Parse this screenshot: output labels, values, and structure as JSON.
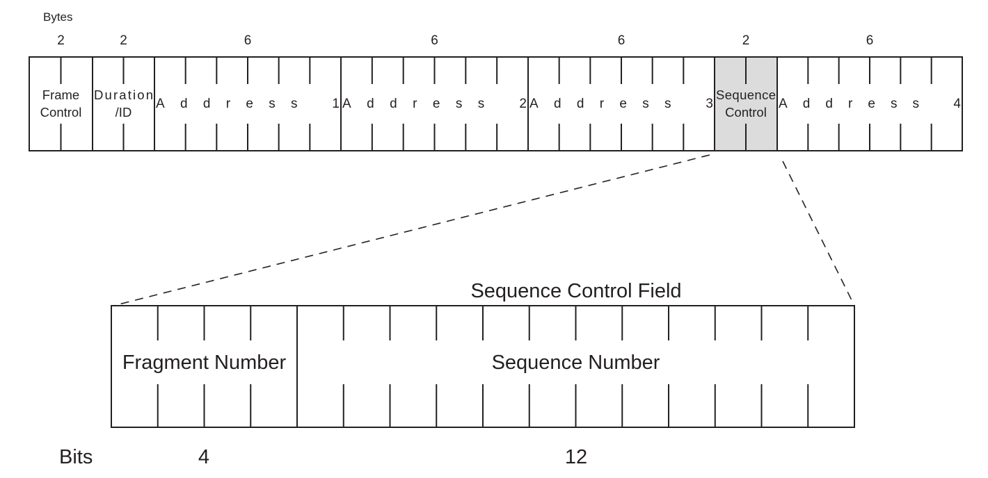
{
  "top": {
    "units_label": "Bytes",
    "fields": [
      {
        "label_lines": [
          "Frame",
          "Control"
        ],
        "size": "2",
        "ticks": 1,
        "highlight": false
      },
      {
        "label_lines": [
          "Duration",
          "/ID"
        ],
        "size": "2",
        "ticks": 1,
        "highlight": false
      },
      {
        "label_lines": [
          "Address 1"
        ],
        "size": "6",
        "ticks": 5,
        "highlight": false
      },
      {
        "label_lines": [
          "Address 2"
        ],
        "size": "6",
        "ticks": 5,
        "highlight": false
      },
      {
        "label_lines": [
          "Address 3"
        ],
        "size": "6",
        "ticks": 5,
        "highlight": false
      },
      {
        "label_lines": [
          "Sequence",
          "Control"
        ],
        "size": "2",
        "ticks": 1,
        "highlight": true
      },
      {
        "label_lines": [
          "Address 4"
        ],
        "size": "6",
        "ticks": 5,
        "highlight": false
      }
    ]
  },
  "bottom": {
    "title": "Sequence Control Field",
    "units_label": "Bits",
    "fields": [
      {
        "label": "Fragment Number",
        "size": "4",
        "ticks": 3
      },
      {
        "label": "Sequence Number",
        "size": "12",
        "ticks": 11
      }
    ]
  },
  "colors": {
    "line": "#231f20",
    "highlight": "#dcdcdc"
  }
}
